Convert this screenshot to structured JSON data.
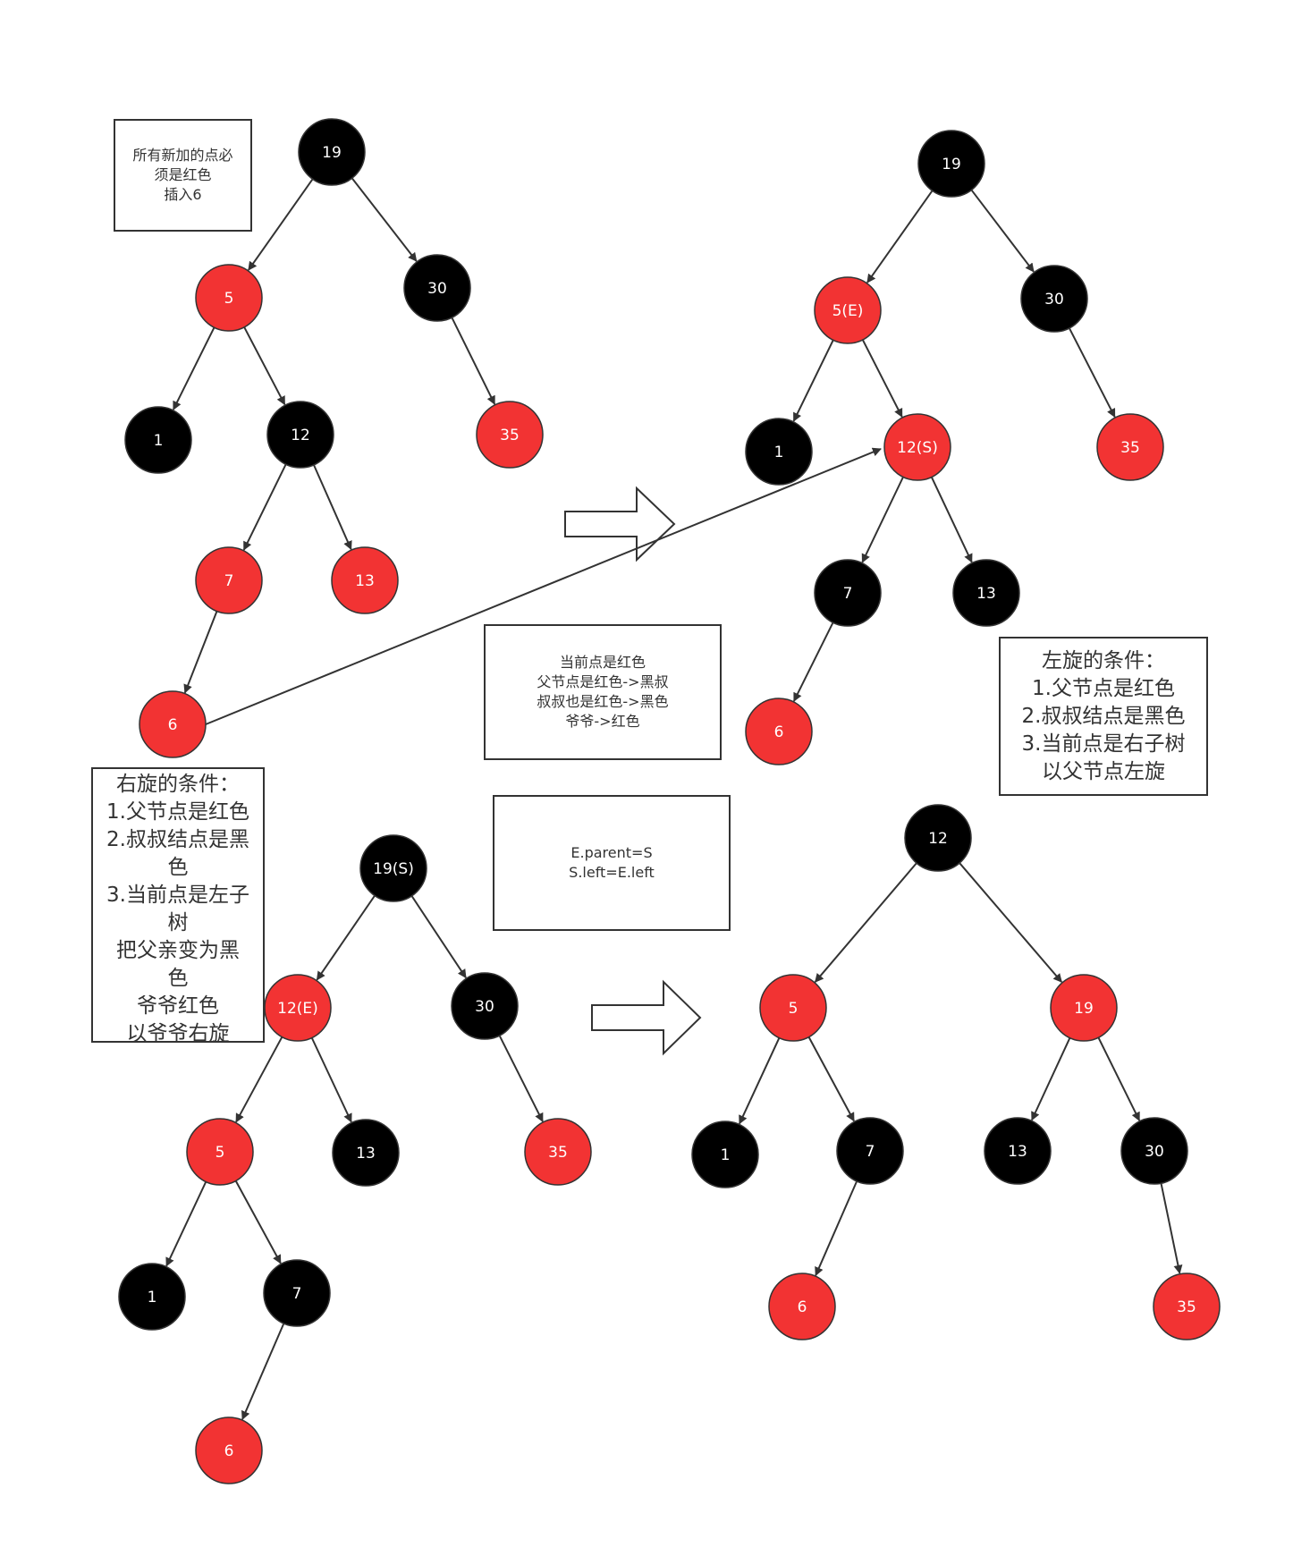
{
  "colors": {
    "red": "#f23333",
    "black": "#000000",
    "edge": "#333333",
    "text": "#ffffff",
    "border": "#333333"
  },
  "trees": {
    "tree1": {
      "nodes": [
        {
          "id": "n19",
          "label": "19",
          "color": "black"
        },
        {
          "id": "n5",
          "label": "5",
          "color": "red"
        },
        {
          "id": "n30",
          "label": "30",
          "color": "black"
        },
        {
          "id": "n1",
          "label": "1",
          "color": "black"
        },
        {
          "id": "n12",
          "label": "12",
          "color": "black"
        },
        {
          "id": "n35",
          "label": "35",
          "color": "red"
        },
        {
          "id": "n7",
          "label": "7",
          "color": "red"
        },
        {
          "id": "n13",
          "label": "13",
          "color": "red"
        },
        {
          "id": "n6",
          "label": "6",
          "color": "red"
        }
      ],
      "edges": [
        [
          "n19",
          "n5"
        ],
        [
          "n19",
          "n30"
        ],
        [
          "n5",
          "n1"
        ],
        [
          "n5",
          "n12"
        ],
        [
          "n30",
          "n35"
        ],
        [
          "n12",
          "n7"
        ],
        [
          "n12",
          "n13"
        ],
        [
          "n7",
          "n6"
        ]
      ]
    },
    "tree2": {
      "nodes": [
        {
          "id": "n19",
          "label": "19",
          "color": "black"
        },
        {
          "id": "n5",
          "label": "5(E)",
          "color": "red"
        },
        {
          "id": "n30",
          "label": "30",
          "color": "black"
        },
        {
          "id": "n1",
          "label": "1",
          "color": "black"
        },
        {
          "id": "n12",
          "label": "12(S)",
          "color": "red"
        },
        {
          "id": "n35",
          "label": "35",
          "color": "red"
        },
        {
          "id": "n7",
          "label": "7",
          "color": "black"
        },
        {
          "id": "n13",
          "label": "13",
          "color": "black"
        },
        {
          "id": "n6",
          "label": "6",
          "color": "red"
        }
      ],
      "edges": [
        [
          "n19",
          "n5"
        ],
        [
          "n19",
          "n30"
        ],
        [
          "n5",
          "n1"
        ],
        [
          "n5",
          "n12"
        ],
        [
          "n30",
          "n35"
        ],
        [
          "n12",
          "n7"
        ],
        [
          "n12",
          "n13"
        ],
        [
          "n7",
          "n6"
        ]
      ]
    },
    "tree3": {
      "nodes": [
        {
          "id": "n19",
          "label": "19(S)",
          "color": "black"
        },
        {
          "id": "n12",
          "label": "12(E)",
          "color": "red"
        },
        {
          "id": "n30",
          "label": "30",
          "color": "black"
        },
        {
          "id": "n5",
          "label": "5",
          "color": "red"
        },
        {
          "id": "n13",
          "label": "13",
          "color": "black"
        },
        {
          "id": "n35",
          "label": "35",
          "color": "red"
        },
        {
          "id": "n1",
          "label": "1",
          "color": "black"
        },
        {
          "id": "n7",
          "label": "7",
          "color": "black"
        },
        {
          "id": "n6",
          "label": "6",
          "color": "red"
        }
      ],
      "edges": [
        [
          "n19",
          "n12"
        ],
        [
          "n19",
          "n30"
        ],
        [
          "n12",
          "n5"
        ],
        [
          "n12",
          "n13"
        ],
        [
          "n30",
          "n35"
        ],
        [
          "n5",
          "n1"
        ],
        [
          "n5",
          "n7"
        ],
        [
          "n7",
          "n6"
        ]
      ]
    },
    "tree4": {
      "nodes": [
        {
          "id": "n12",
          "label": "12",
          "color": "black"
        },
        {
          "id": "n5",
          "label": "5",
          "color": "red"
        },
        {
          "id": "n19",
          "label": "19",
          "color": "red"
        },
        {
          "id": "n1",
          "label": "1",
          "color": "black"
        },
        {
          "id": "n7",
          "label": "7",
          "color": "black"
        },
        {
          "id": "n13",
          "label": "13",
          "color": "black"
        },
        {
          "id": "n30",
          "label": "30",
          "color": "black"
        },
        {
          "id": "n6",
          "label": "6",
          "color": "red"
        },
        {
          "id": "n35",
          "label": "35",
          "color": "red"
        }
      ],
      "edges": [
        [
          "n12",
          "n5"
        ],
        [
          "n12",
          "n19"
        ],
        [
          "n5",
          "n1"
        ],
        [
          "n5",
          "n7"
        ],
        [
          "n19",
          "n13"
        ],
        [
          "n19",
          "n30"
        ],
        [
          "n7",
          "n6"
        ],
        [
          "n30",
          "n35"
        ]
      ]
    }
  },
  "notes": {
    "insert": [
      "所有新加的点必",
      "须是红色",
      "插入6"
    ],
    "recolor": [
      "当前点是红色",
      "父节点是红色->黑叔",
      "叔叔也是红色->黑色",
      "爷爷->红色"
    ],
    "left_rotate": [
      "左旋的条件：",
      "1.父节点是红色",
      "2.叔叔结点是黑色",
      "3.当前点是右子树",
      "以父节点左旋"
    ],
    "pointer": [
      "E.parent=S",
      "S.left=E.left"
    ],
    "right_rotate": [
      "右旋的条件：",
      "1.父节点是红色",
      "2.叔叔结点是黑",
      "色",
      "3.当前点是左子",
      "树",
      "把父亲变为黑",
      "色",
      "爷爷红色",
      "以爷爷右旋"
    ]
  }
}
